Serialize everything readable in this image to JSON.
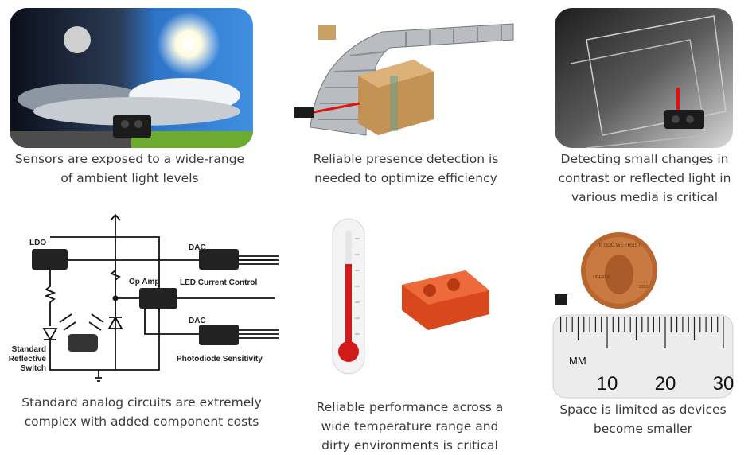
{
  "panels": [
    {
      "caption": [
        "Sensors are exposed to a wide-range",
        "of ambient light levels"
      ]
    },
    {
      "caption": [
        "Reliable presence detection is",
        "needed to optimize efficiency"
      ]
    },
    {
      "caption": [
        "Detecting small changes in",
        "contrast or reflected light in",
        "various media is critical"
      ]
    },
    {
      "caption": [
        "Standard analog circuits are extremely",
        "complex with added component costs"
      ],
      "labels": {
        "ldo": "LDO",
        "dac1": "DAC",
        "led_current": "LED Current Control",
        "op_amp": "Op Amp",
        "dac2": "DAC",
        "photodiode": "Photodiode Sensitivity",
        "switch": [
          "Standard",
          "Reflective",
          "Switch"
        ]
      }
    },
    {
      "caption": [
        "Reliable performance across a",
        "wide temperature range  and",
        "dirty environments is critical"
      ]
    },
    {
      "caption": [
        "Space is limited as devices",
        "become smaller"
      ],
      "labels": {
        "mm": "MM",
        "ticks": [
          "10",
          "20",
          "30"
        ],
        "coin_top": "IN GOD WE TRUST",
        "coin_liberty": "LIBERTY",
        "coin_year": "2012"
      }
    }
  ]
}
